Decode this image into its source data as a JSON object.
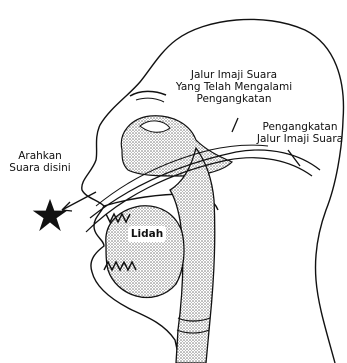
{
  "labels": {
    "path_raised_1": "Jalur Imaji Suara",
    "path_raised_2": "Yang Telah Mengalami",
    "path_raised_3": "Pengangkatan",
    "raising_1": "Pengangkatan",
    "raising_2": "Jalur Imaji Suara",
    "direct_1": "Arahkan",
    "direct_2": "Suara disini",
    "tongue": "Lidah"
  },
  "colors": {
    "ink": "#111111",
    "stipple": "#8a8a8a",
    "background": "#ffffff"
  },
  "icons": {
    "target": "star-icon"
  }
}
